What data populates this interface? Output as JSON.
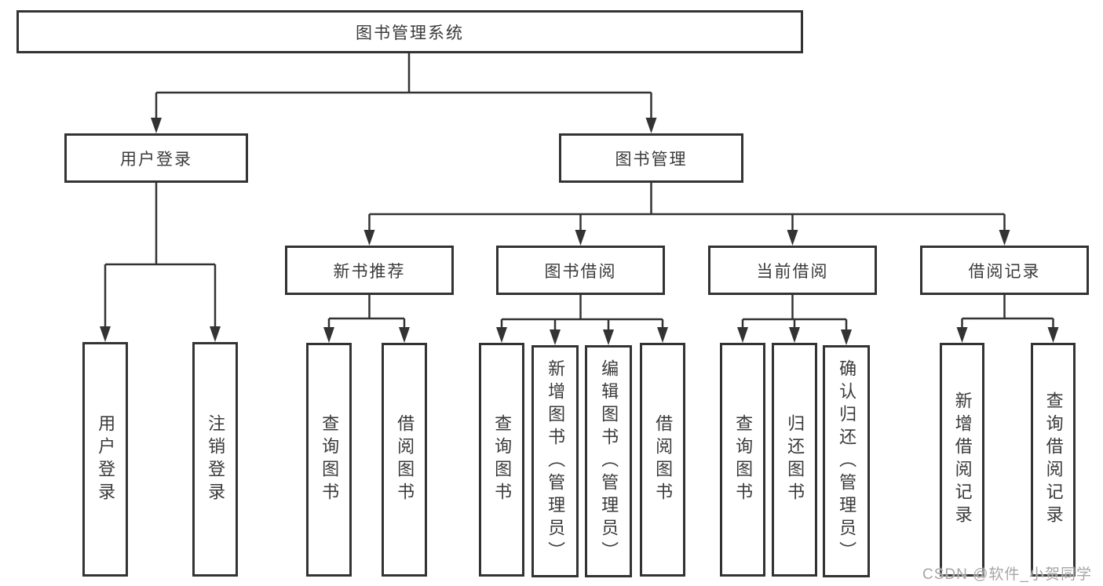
{
  "diagram": {
    "title": "图书管理系统",
    "level2": [
      {
        "label": "用户登录"
      },
      {
        "label": "图书管理"
      }
    ],
    "level3": [
      {
        "label": "新书推荐",
        "parent": "图书管理"
      },
      {
        "label": "图书借阅",
        "parent": "图书管理"
      },
      {
        "label": "当前借阅",
        "parent": "图书管理"
      },
      {
        "label": "借阅记录",
        "parent": "图书管理"
      }
    ],
    "leaves": [
      {
        "label": "用户登录",
        "parent": "用户登录"
      },
      {
        "label": "注销登录",
        "parent": "用户登录"
      },
      {
        "label": "查询图书",
        "parent": "新书推荐"
      },
      {
        "label": "借阅图书",
        "parent": "新书推荐"
      },
      {
        "label": "查询图书",
        "parent": "图书借阅"
      },
      {
        "label": "新增图书（管理员）",
        "parent": "图书借阅"
      },
      {
        "label": "编辑图书（管理员）",
        "parent": "图书借阅"
      },
      {
        "label": "借阅图书",
        "parent": "图书借阅"
      },
      {
        "label": "查询图书",
        "parent": "当前借阅"
      },
      {
        "label": "归还图书",
        "parent": "当前借阅"
      },
      {
        "label": "确认归还（管理员）",
        "parent": "当前借阅"
      },
      {
        "label": "新增借阅记录",
        "parent": "借阅记录"
      },
      {
        "label": "查询借阅记录",
        "parent": "借阅记录"
      }
    ]
  },
  "watermark": {
    "text": "CSDN @软件_小贺同学"
  },
  "colors": {
    "line": "#333333",
    "box_border": "#333333",
    "text": "#3a3a3a",
    "watermark": "#a6a6a6",
    "background": "#ffffff"
  }
}
